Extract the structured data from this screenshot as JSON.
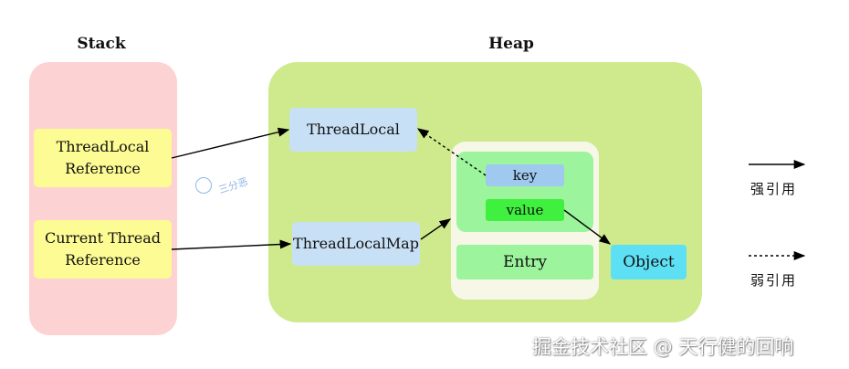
{
  "labels": {
    "stack": "Stack",
    "heap": "Heap"
  },
  "nodes": {
    "threadlocal_reference": [
      "ThreadLocal",
      "Reference"
    ],
    "current_thread_reference": [
      "Current Thread",
      "Reference"
    ],
    "threadlocal": "ThreadLocal",
    "threadlocalmap": "ThreadLocalMap",
    "key": "key",
    "value": "value",
    "entry": "Entry",
    "object": "Object"
  },
  "legend": {
    "strong": "强引用",
    "weak": "弱引用"
  },
  "watermark": "掘金技术社区 @ 天行健的回响",
  "logo_text": "三分恶",
  "colors": {
    "stack_bg": "#fdd2d2",
    "heap_bg": "#cfe98d",
    "entry_container_bg": "#f6f7e6",
    "yellow_box": "#fdfb93",
    "blue_box": "#c8e0f5",
    "key_box": "#9fc9ef",
    "green_box": "#9cf49c",
    "value_box": "#3ff03f",
    "object_box": "#5ee0f4",
    "arrow": "#000000"
  }
}
